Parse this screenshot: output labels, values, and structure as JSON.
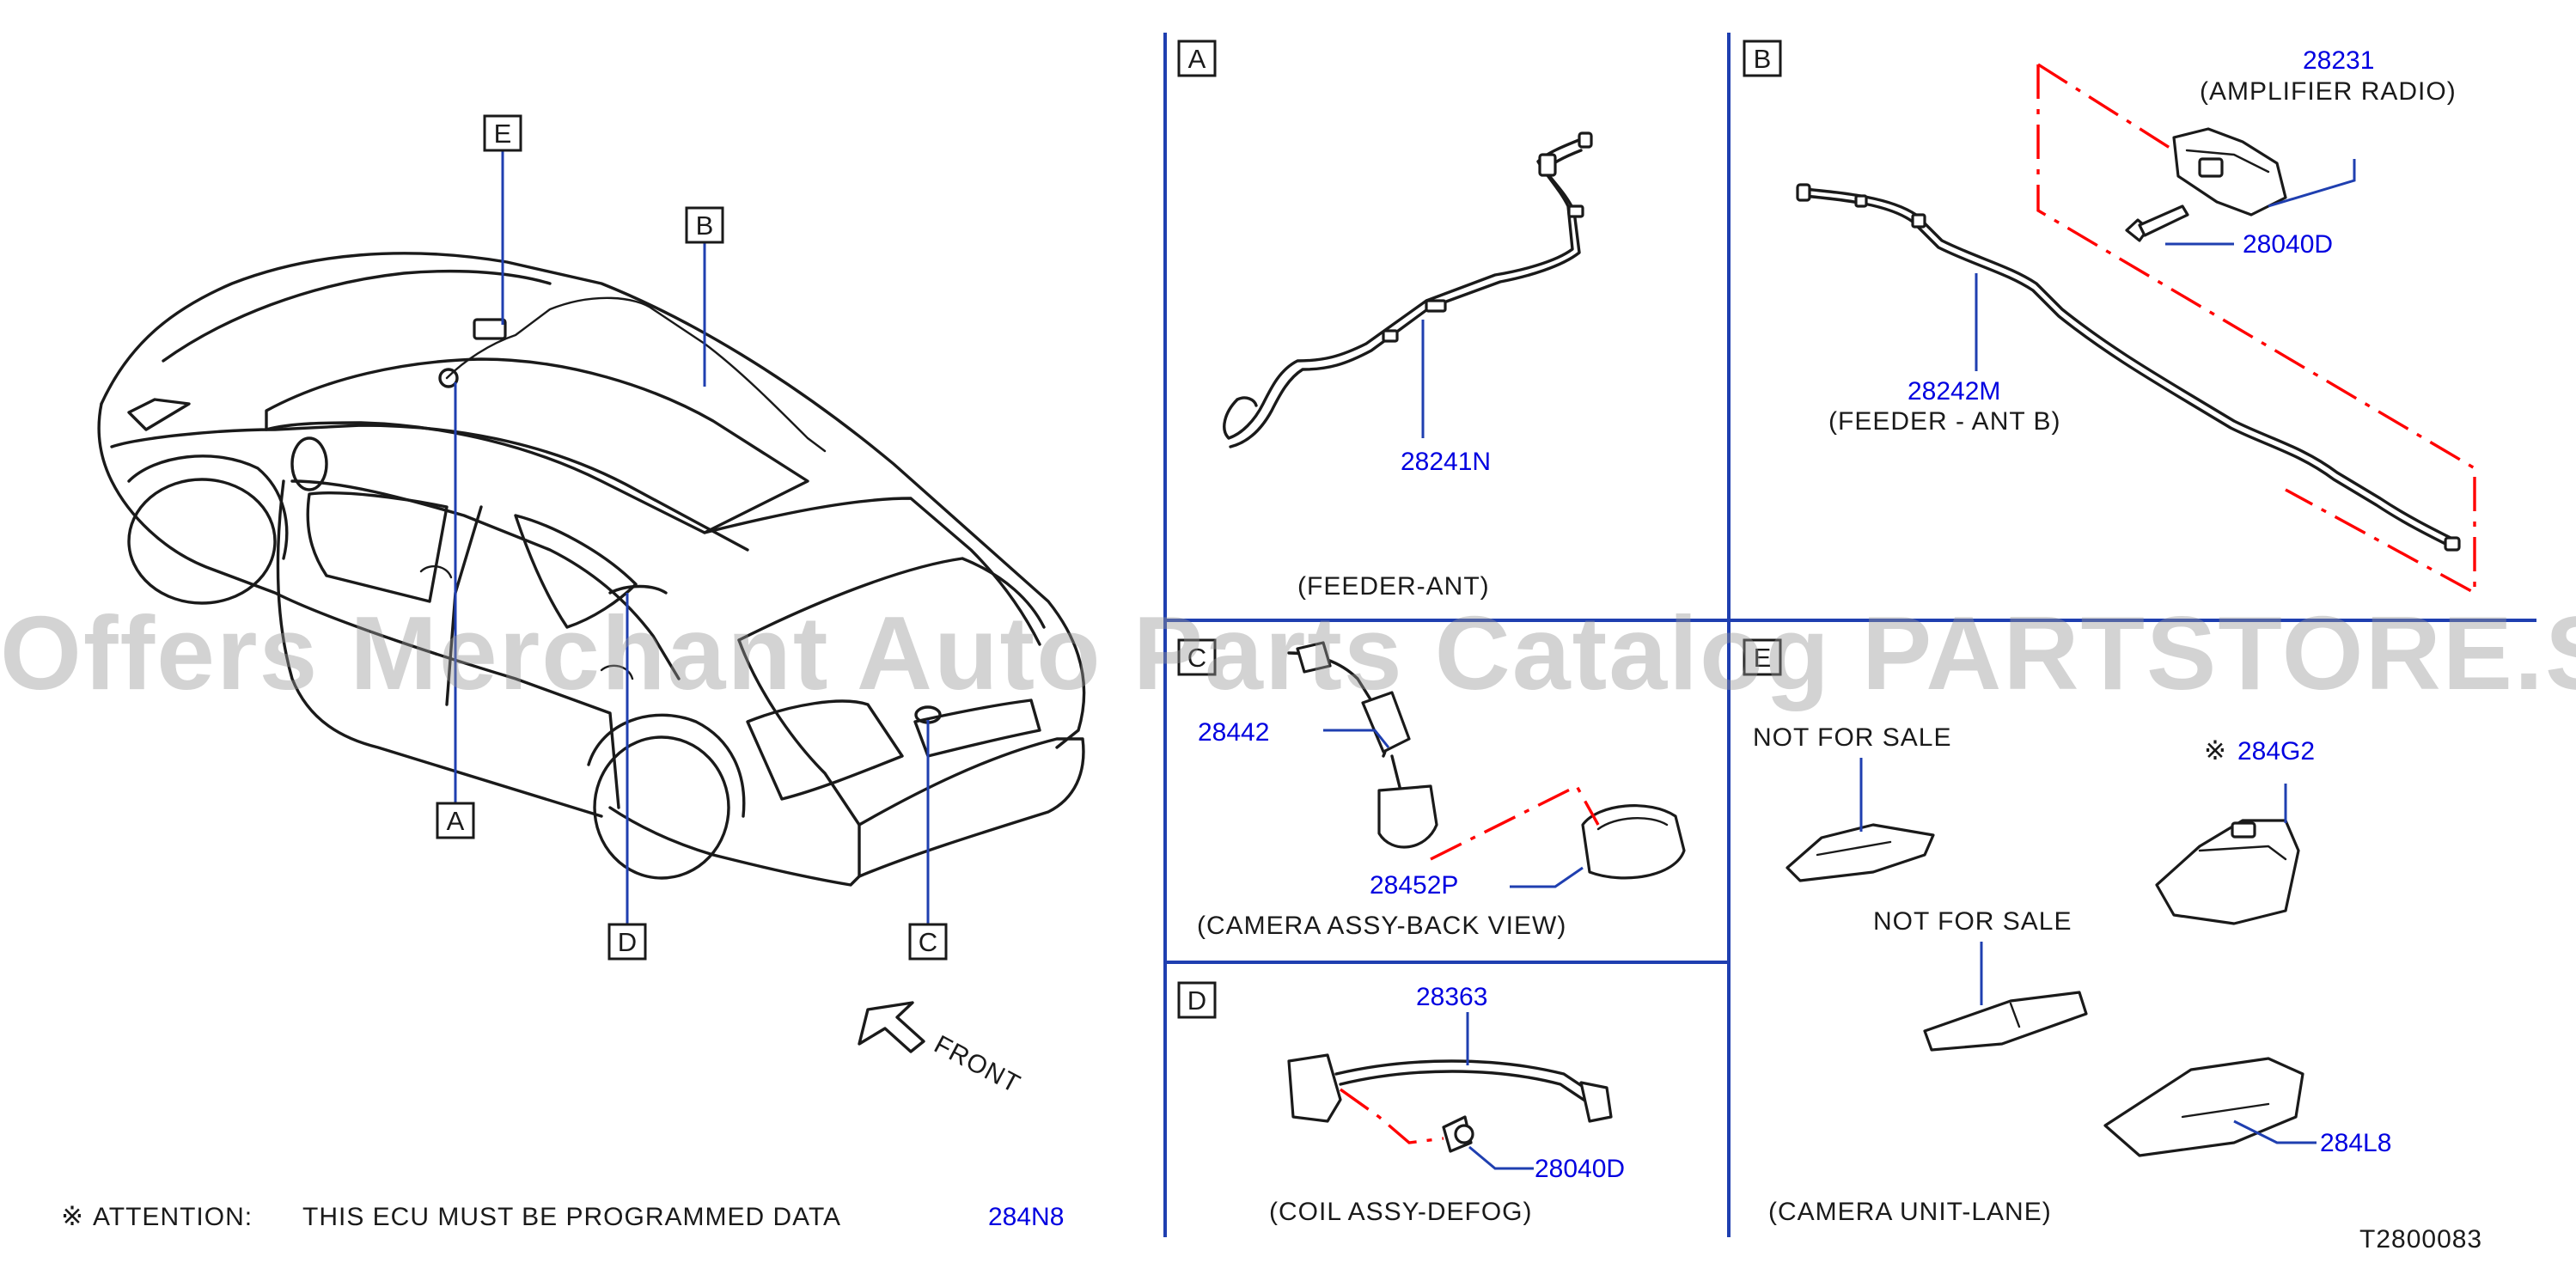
{
  "colors": {
    "line": "#1a1a1a",
    "blue": "#0000e0",
    "divider": "#1f3fb0",
    "red": "#ff0000",
    "watermark": "#969696"
  },
  "overview": {
    "callouts": [
      "E",
      "B",
      "A",
      "D",
      "C"
    ],
    "front_label": "FRONT"
  },
  "sections": {
    "A": {
      "letter": "A",
      "part": "28241N",
      "caption": "(FEEDER-ANT)"
    },
    "B": {
      "letter": "B",
      "part_amp": "28231",
      "amp_name": "(AMPLIFIER RADIO)",
      "part_bolt": "28040D",
      "part_feeder": "28242M",
      "feeder_name": "(FEEDER - ANT B)"
    },
    "C": {
      "letter": "C",
      "part_cam": "28442",
      "part_bracket": "28452P",
      "caption": "(CAMERA ASSY-BACK VIEW)"
    },
    "D": {
      "letter": "D",
      "part_coil": "28363",
      "part_bolt": "28040D",
      "caption": "(COIL ASSY-DEFOG)"
    },
    "E": {
      "letter": "E",
      "nfs_1": "NOT FOR SALE",
      "mark": "※",
      "part_unit": "284G2",
      "nfs_2": "NOT FOR SALE",
      "part_cover": "284L8",
      "caption": "(CAMERA UNIT-LANE)"
    }
  },
  "footer": {
    "attention_mark": "※",
    "attention_label": "ATTENTION:",
    "attention_text": "THIS ECU MUST BE PROGRAMMED DATA",
    "ecu_part": "284N8",
    "diagram_id": "T2800083"
  },
  "watermark": "Offers Merchant Auto Parts Catalog PARTSTORE.SA"
}
